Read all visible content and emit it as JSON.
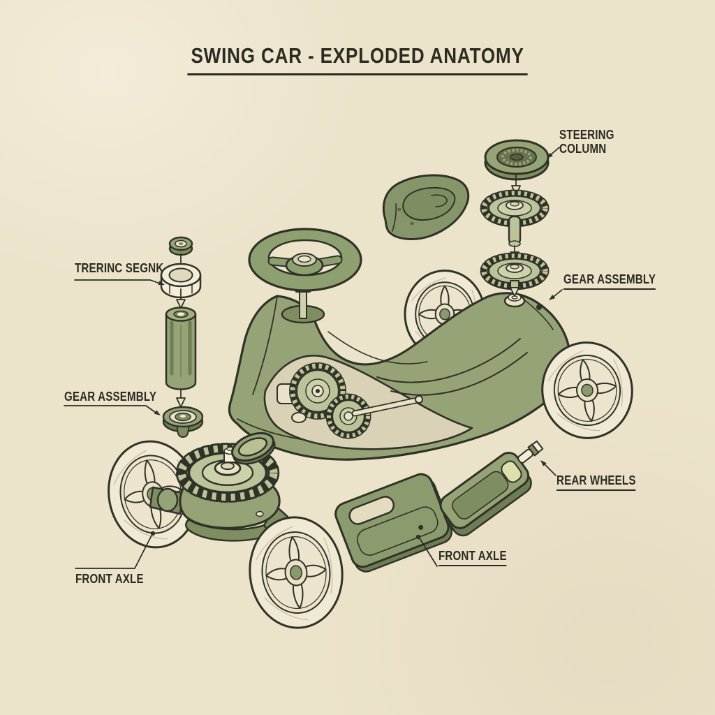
{
  "title": "SWING CAR - EXPLODED ANATOMY",
  "labels": {
    "steering_column": "STEERING\nCOLUMN",
    "steering_stick": "TRERINC SEGNK",
    "gear_assembly_right": "GEAR ASSEMBLY",
    "gear_assembly_left": "GEAR ASSEMBLY",
    "rear_wheels": "REAR WHEELS",
    "front_axle_plate": "FRONT AXLE",
    "front_axle_wheel": "FRONT AXLE"
  },
  "colors": {
    "paper": "#ece3cb",
    "ink": "#2f3226",
    "body_green": "#95a376",
    "shadow_green": "#7e8e61",
    "deep_green": "#6e7d54",
    "gear_green": "#bcc39a",
    "cream": "#f3edda",
    "wheel_cream": "#f0e9d4"
  },
  "parts": [
    "steering-column-cap",
    "steering-gear-upper",
    "steering-gear-lower",
    "seat-handle",
    "cap-nut",
    "hex-bushing",
    "grip-cylinder",
    "pulley",
    "car-body",
    "steering-wheel",
    "rear-wheel-left",
    "rear-wheel-right",
    "cutaway-gear-train",
    "front-axle-assembly",
    "front-wheel-left",
    "front-wheel-right",
    "foot-plate",
    "support-arm",
    "bolt"
  ]
}
